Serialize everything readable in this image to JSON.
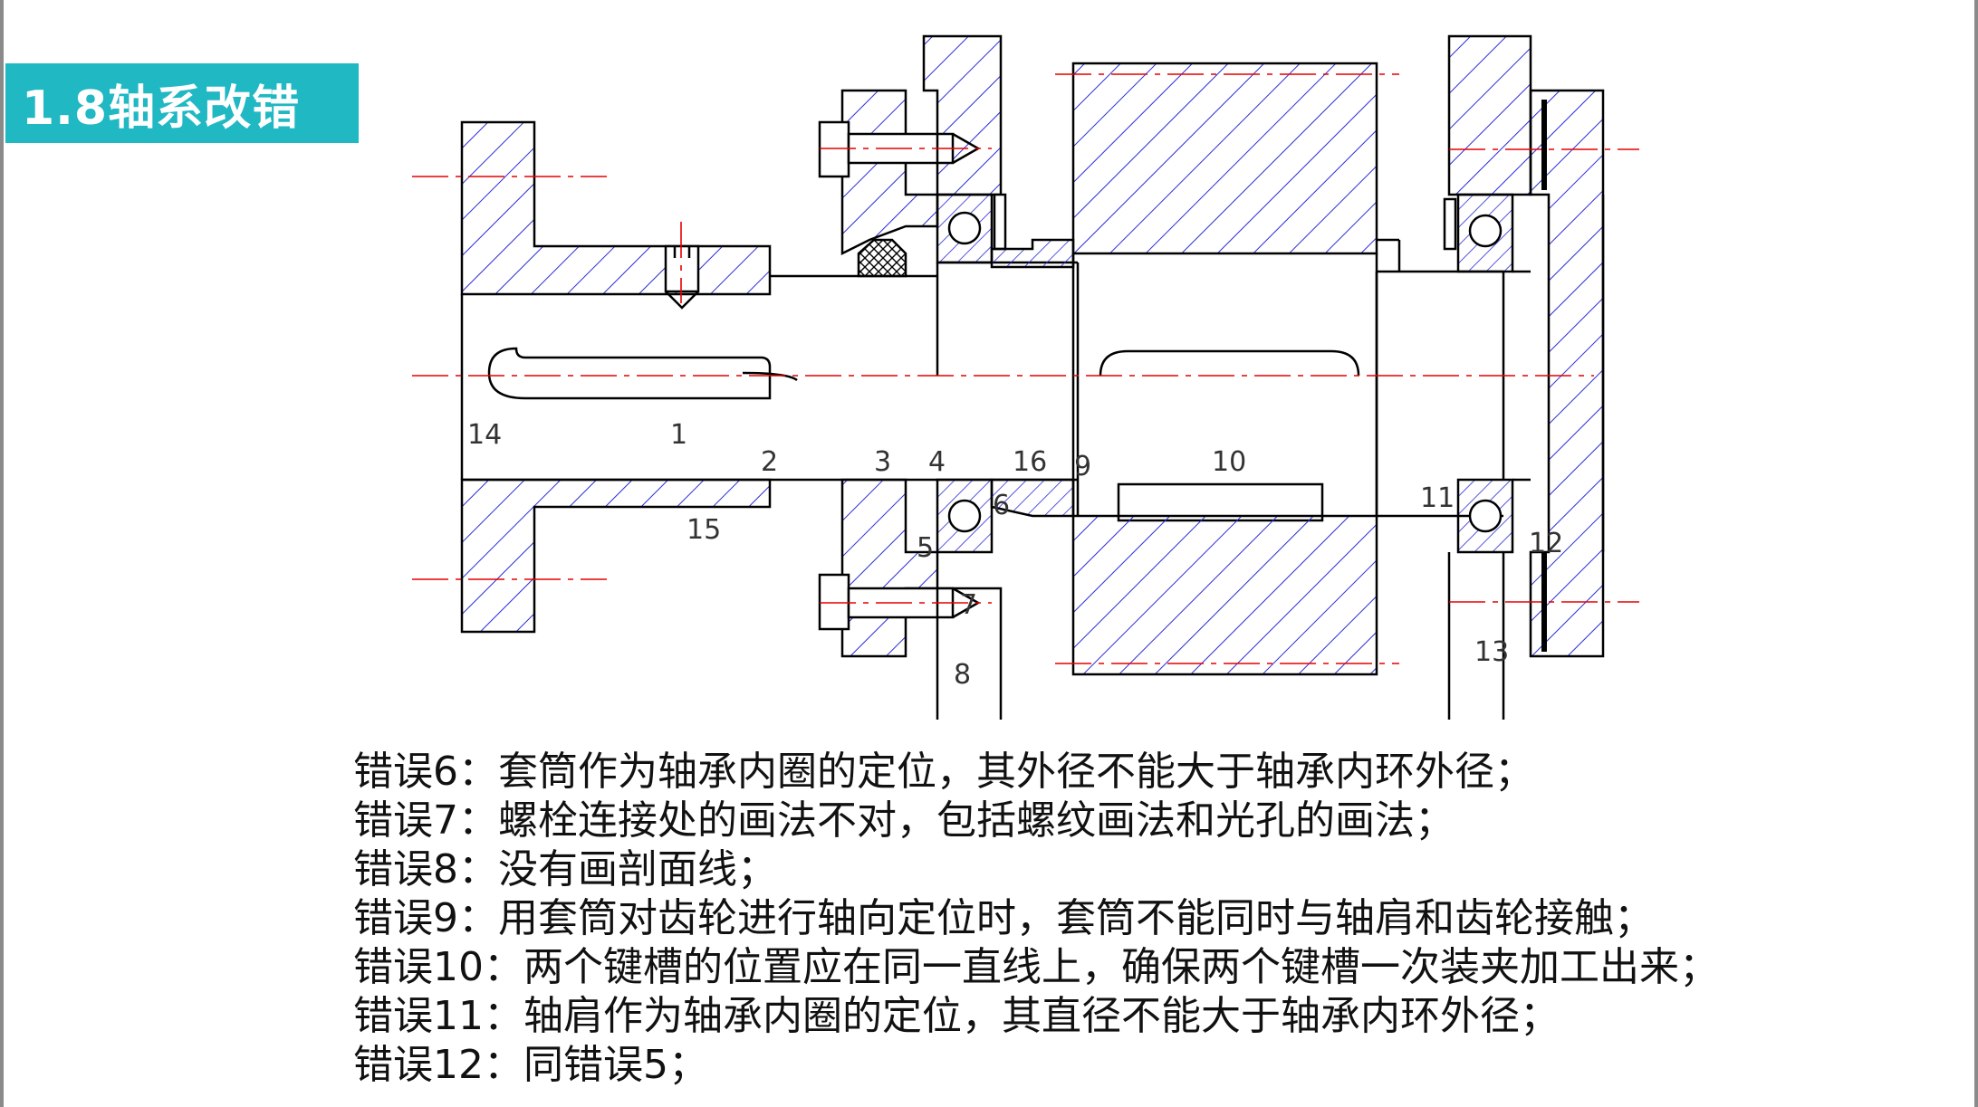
{
  "slide": {
    "title": "1.8轴系改错"
  },
  "diagram": {
    "part_labels": [
      "1",
      "2",
      "3",
      "4",
      "5",
      "6",
      "7",
      "8",
      "9",
      "10",
      "11",
      "12",
      "13",
      "14",
      "15",
      "16"
    ],
    "colors": {
      "outline": "#000000",
      "hatch": "#2b2bd6",
      "centerline": "#e60000",
      "title_bg": "#1fb8c3"
    }
  },
  "notes": [
    "错误6：套筒作为轴承内圈的定位，其外径不能大于轴承内环外径；",
    "错误7：螺栓连接处的画法不对，包括螺纹画法和光孔的画法；",
    "错误8：没有画剖面线；",
    "错误9：用套筒对齿轮进行轴向定位时，套筒不能同时与轴肩和齿轮接触；",
    "错误10：两个键槽的位置应在同一直线上，确保两个键槽一次装夹加工出来；",
    "错误11：轴肩作为轴承内圈的定位，其直径不能大于轴承内环外径；",
    "错误12：同错误5；"
  ]
}
